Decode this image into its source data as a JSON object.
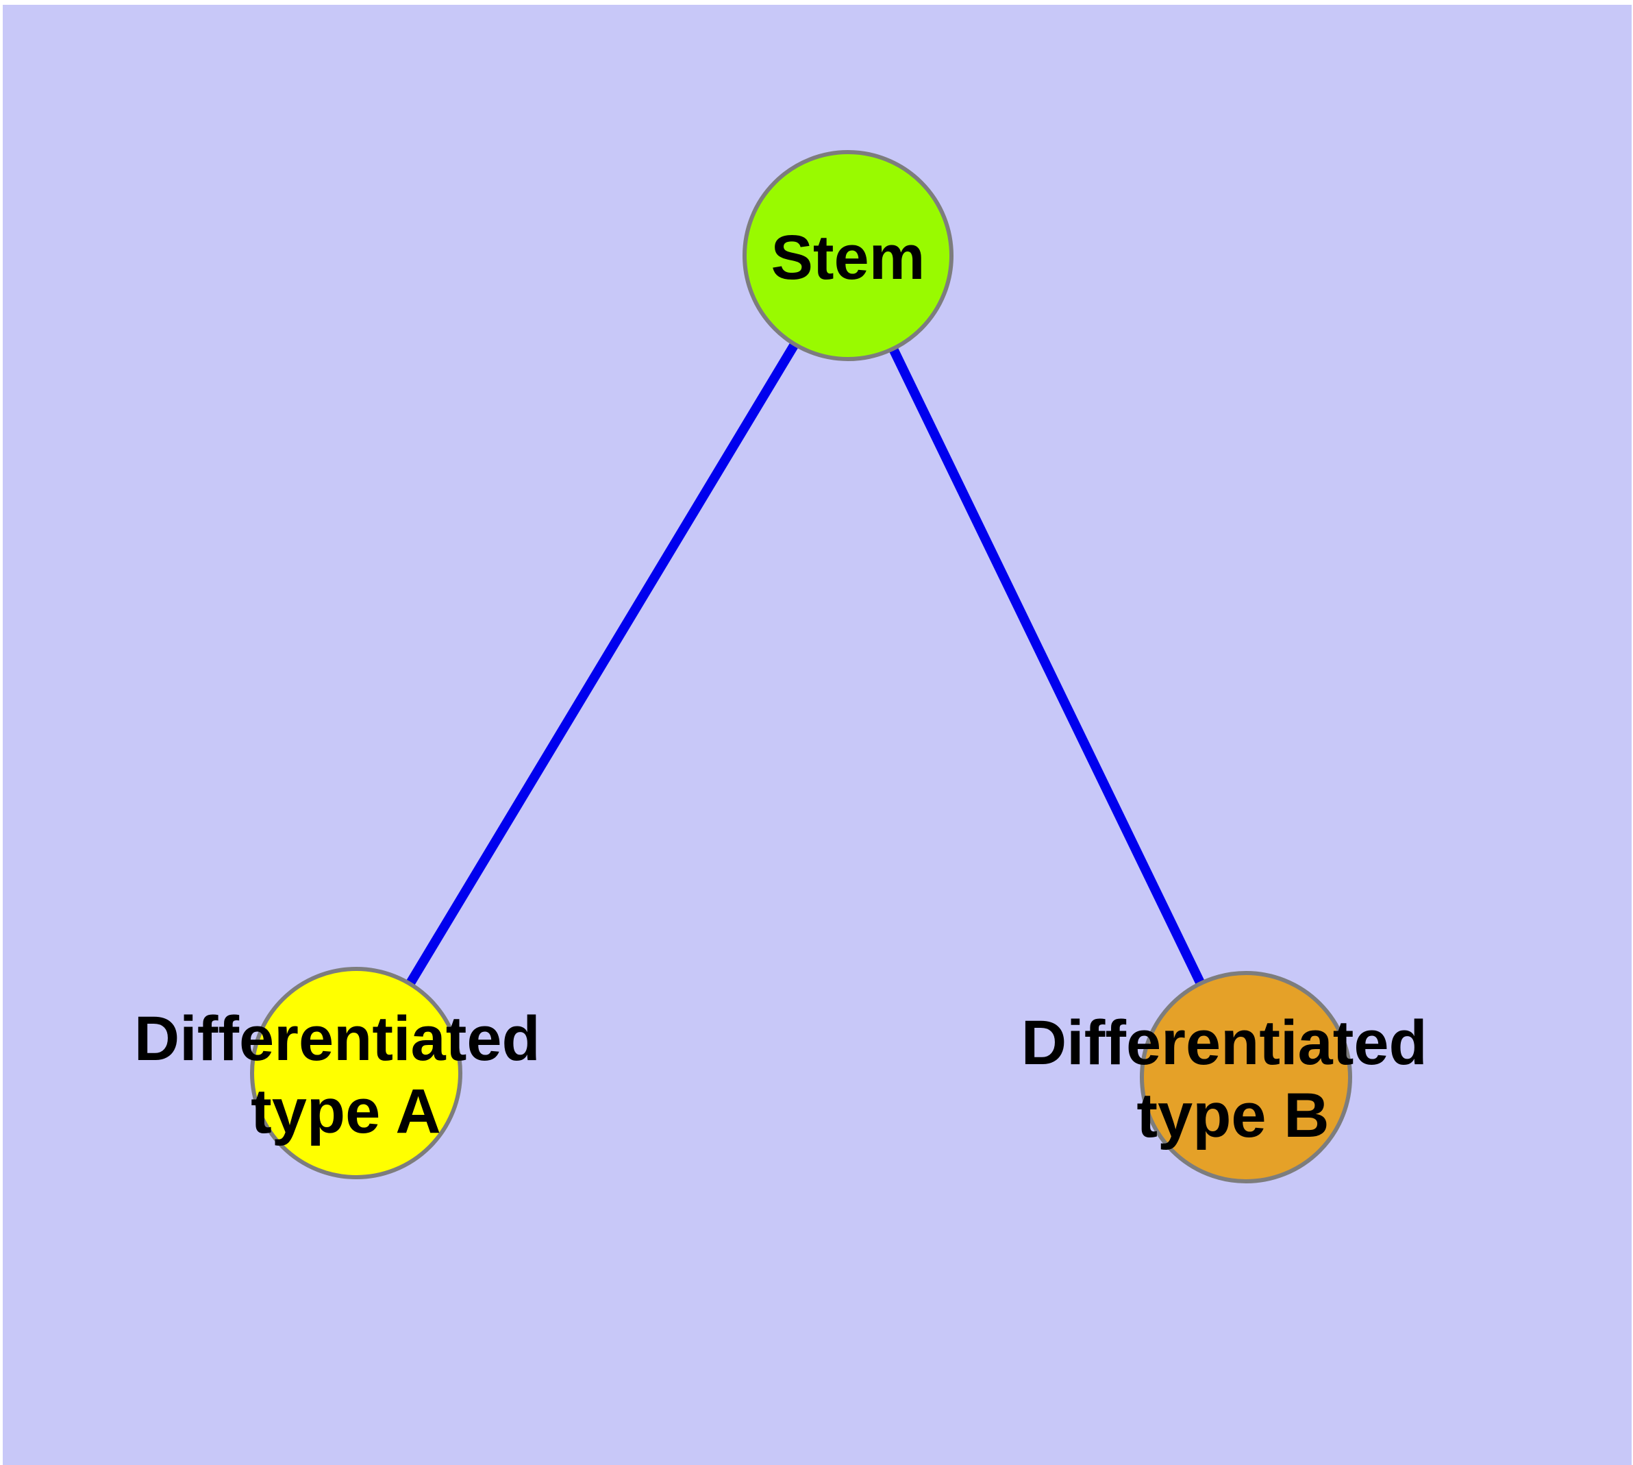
{
  "diagram": {
    "kind": "node-link-graph",
    "frame_color": "#ffffff",
    "background_color": "#c8c8f8",
    "edge_color": "#0000ee",
    "node_border_color": "#7d7d7d",
    "label_color": "#000000",
    "nodes": [
      {
        "id": "stem",
        "label": "Stem",
        "fill": "#99fa00"
      },
      {
        "id": "differentiated-type-a",
        "label_line1": "Differentiated",
        "label_line2": "type A",
        "fill": "#ffff00"
      },
      {
        "id": "differentiated-type-b",
        "label_line1": "Differentiated",
        "label_line2": "type B",
        "fill": "#e5a128"
      }
    ],
    "edges": [
      {
        "from": "stem",
        "to": "differentiated-type-a"
      },
      {
        "from": "stem",
        "to": "differentiated-type-b"
      }
    ]
  }
}
